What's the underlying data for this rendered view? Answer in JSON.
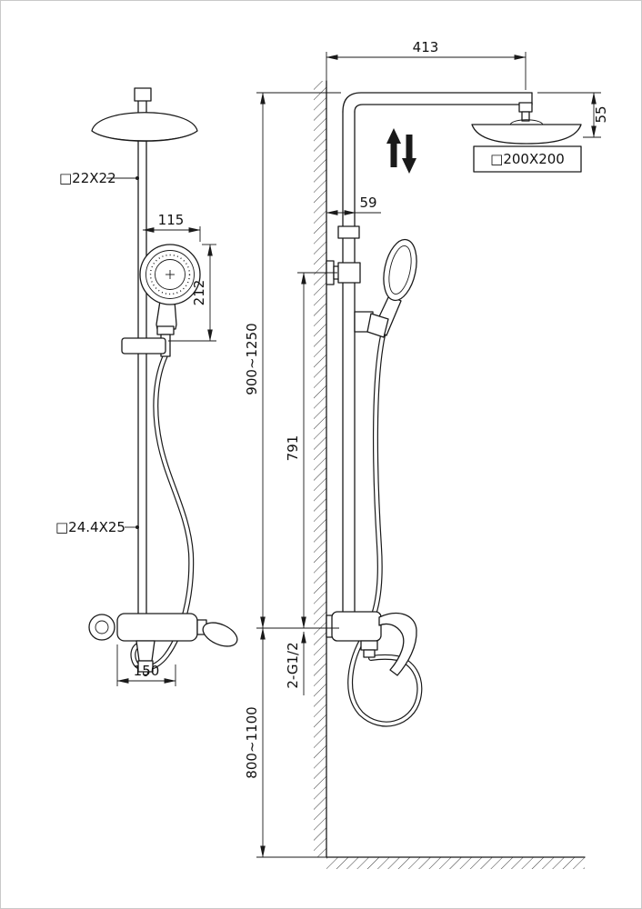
{
  "labels": {
    "pipe_square_22": "□22X22",
    "offset_115": "115",
    "length_212": "212",
    "pipe_rect_24": "□24.4X25",
    "width_150": "150",
    "reach_413": "413",
    "head_drop_55": "55",
    "head_size_200": "□200X200",
    "wall_offset_59": "59",
    "column_height": "900~1250",
    "handshower_height": "791",
    "inlets": "2-G1/2",
    "mixer_height": "800~1100"
  },
  "colors": {
    "line": "#1a1a1a",
    "background": "#ffffff",
    "border": "#c9c9c9"
  }
}
